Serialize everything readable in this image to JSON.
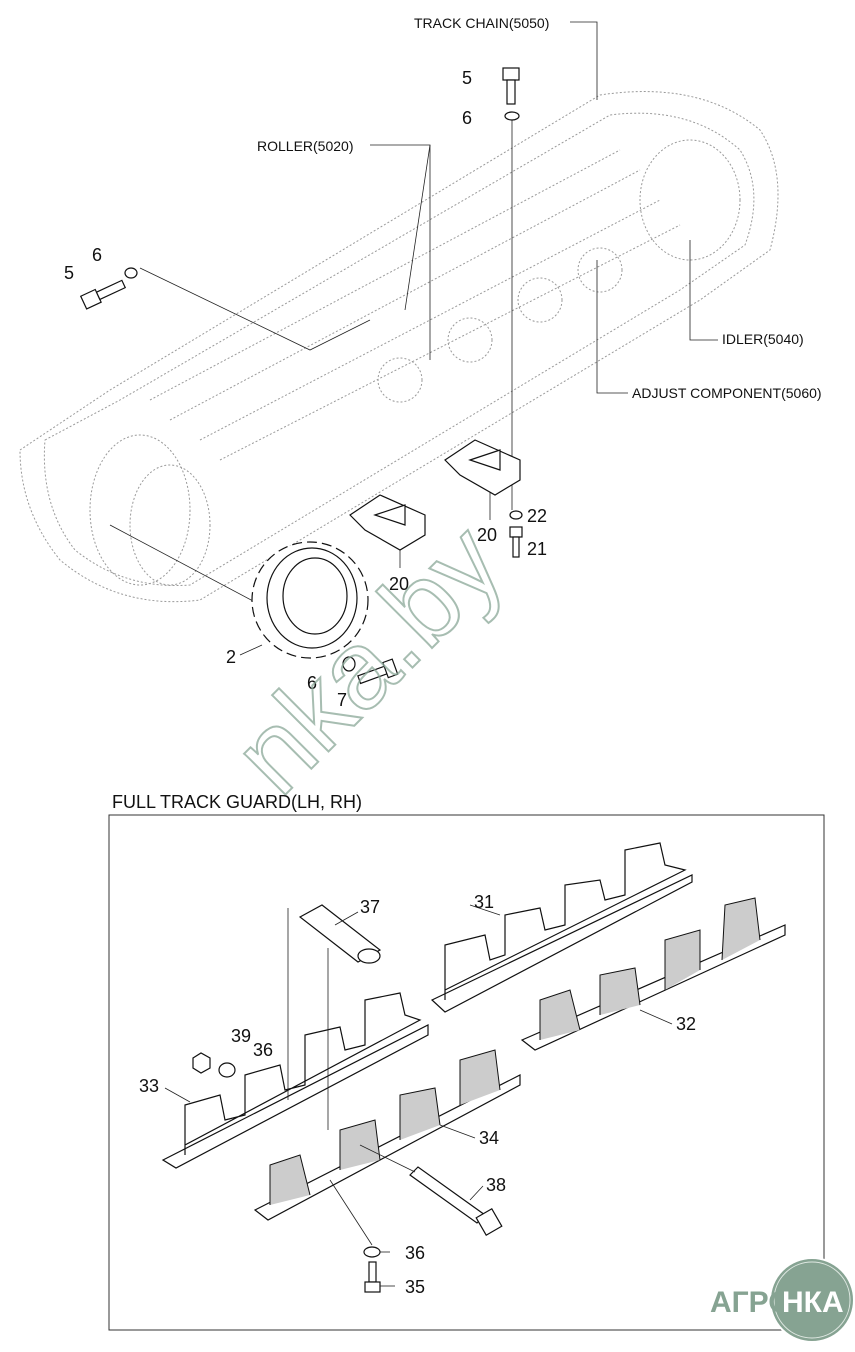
{
  "diagram": {
    "callouts_top": {
      "track_chain": "TRACK CHAIN(5050)",
      "roller": "ROLLER(5020)",
      "idler": "IDLER(5040)",
      "adjust_component": "ADJUST COMPONENT(5060)"
    },
    "parts_top": {
      "p5a": "5",
      "p6a": "6",
      "p6b": "6",
      "p5b": "5",
      "p22": "22",
      "p20a": "20",
      "p21": "21",
      "p20b": "20",
      "p2": "2",
      "p6c": "6",
      "p7": "7"
    },
    "section_title": "FULL TRACK GUARD(LH, RH)",
    "parts_guard": {
      "p37": "37",
      "p31": "31",
      "p32": "32",
      "p39": "39",
      "p36a": "36",
      "p33": "33",
      "p34": "34",
      "p38": "38",
      "p36b": "36",
      "p35": "35"
    },
    "watermark": "nka.by",
    "logo": {
      "left": "АГРО",
      "right": "НКА"
    },
    "colors": {
      "watermark": "#86a392",
      "line": "#111111"
    }
  }
}
